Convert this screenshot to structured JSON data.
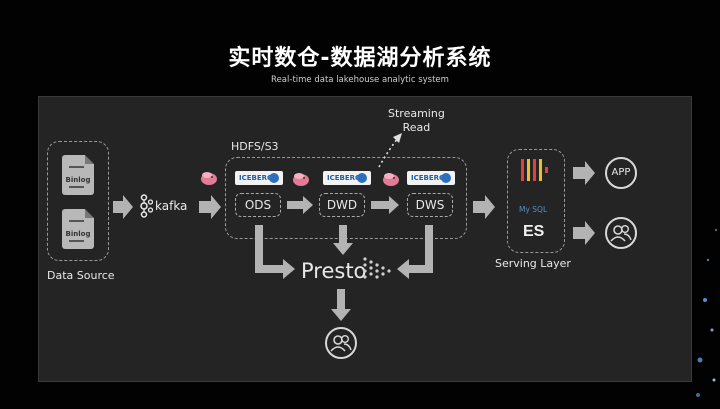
{
  "slide": {
    "title": "实时数仓-数据湖分析系统",
    "subtitle": "Real-time data lakehouse analytic system"
  },
  "diagram": {
    "data_source_label": "Data Source",
    "sources": [
      "Binlog",
      "Binlog"
    ],
    "broker_label": "kafka",
    "storage_label": "HDFS/S3",
    "iceberg_label": "ICEBERG",
    "layers": [
      "ODS",
      "DWD",
      "DWS"
    ],
    "streaming_read_label": [
      "Streaming",
      "Read"
    ],
    "query_engine_label": "Presto",
    "serving_label": "Serving Layer",
    "serving_items": [
      "My SQL",
      "ES"
    ],
    "outputs": [
      "APP"
    ]
  },
  "colors": {
    "background": "#020202",
    "panel": "#242424",
    "arrow": "#b3b3b3",
    "accent_red": "#e04040",
    "flink_pink": "#e27c96",
    "iceberg_blue": "#2b6fbd"
  }
}
